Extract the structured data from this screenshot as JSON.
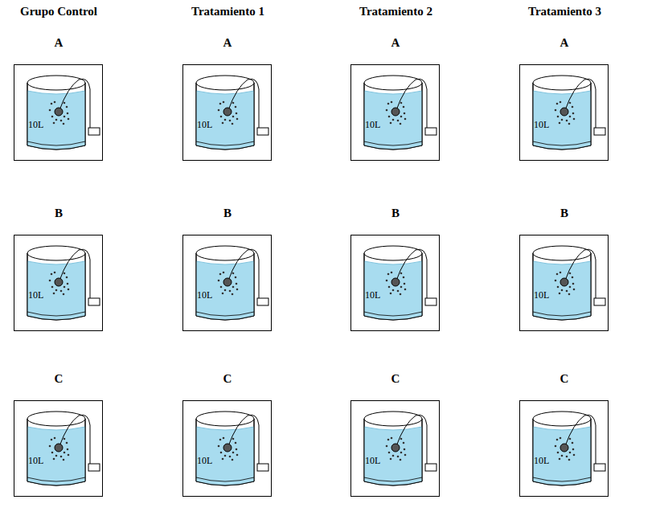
{
  "diagram": {
    "nodes": [
      {
        "text": [
          "A",
          "10L"
        ]
      },
      {
        "text": [
          "A",
          "10L"
        ]
      },
      {
        "text": [
          "A",
          "10L"
        ]
      },
      {
        "text": [
          "A",
          "10L"
        ]
      },
      {
        "text": [
          "B",
          "10L"
        ]
      },
      {
        "text": [
          "B",
          "10L"
        ]
      },
      {
        "text": [
          "B",
          "10L"
        ]
      },
      {
        "text": [
          "B",
          "10L"
        ]
      },
      {
        "text": [
          "C",
          "10L"
        ]
      },
      {
        "text": [
          "C",
          "10L"
        ]
      },
      {
        "text": [
          "C",
          "10L"
        ]
      },
      {
        "text": [
          "C",
          "10L"
        ]
      }
    ],
    "labels": [
      "Grupo Control",
      "Tratamiento 1",
      "Tratamiento 2",
      "Tratamiento 3"
    ]
  }
}
